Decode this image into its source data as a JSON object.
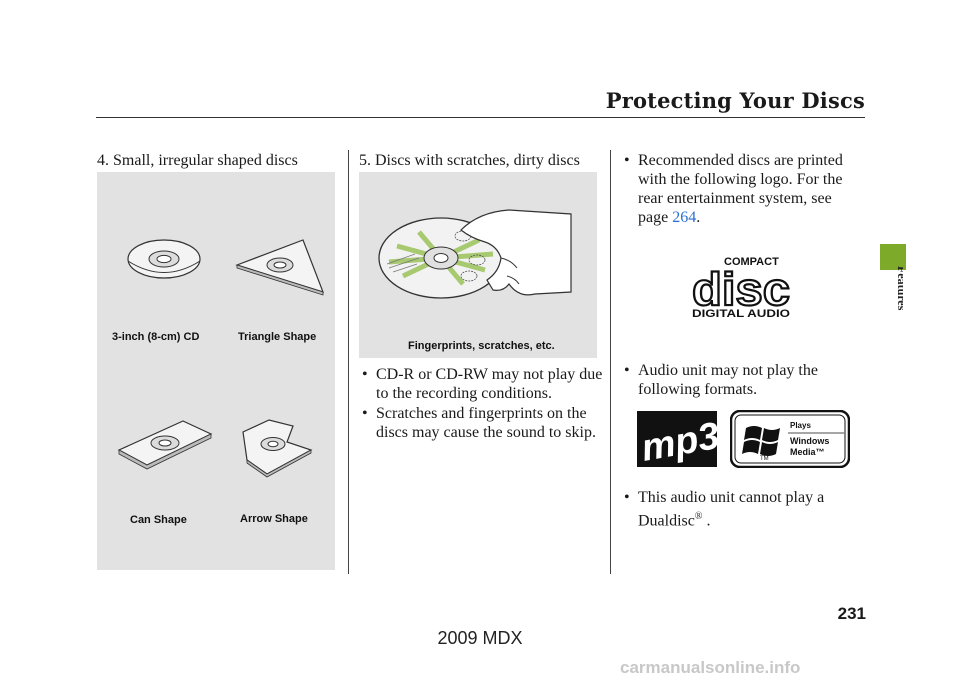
{
  "header": {
    "title": "Protecting Your Discs"
  },
  "sidebar": {
    "section": "Features"
  },
  "col1": {
    "heading": "4. Small, irregular shaped discs",
    "captions": {
      "cd3": "3-inch (8-cm) CD",
      "triangle": "Triangle Shape",
      "can": "Can Shape",
      "arrow": "Arrow Shape"
    }
  },
  "col2": {
    "heading": "5. Discs with scratches, dirty discs",
    "caption": "Fingerprints, scratches, etc.",
    "bullets": [
      {
        "text": "CD-R or CD-RW may not play due to the recording conditions."
      },
      {
        "text": "Scratches and fingerprints on the discs may cause the sound to skip."
      }
    ]
  },
  "col3": {
    "bullet1": {
      "text": "Recommended discs are printed with the following logo. For the rear entertainment system, see page",
      "link": "264",
      "end": "."
    },
    "cd_logo": {
      "top": "COMPACT",
      "big": "disc",
      "bottom": "DIGITAL AUDIO"
    },
    "bullet2": {
      "text": "Audio unit may not play the following formats."
    },
    "mp3_logo": "mp3",
    "wm_logo": {
      "line1": "Plays",
      "line2": "Windows",
      "line3": "Media™",
      "tm": "TM"
    },
    "bullet3": {
      "text": "This audio unit cannot play a Dualdisc",
      "reg": "®",
      "end": " ."
    }
  },
  "footer": {
    "page_number": "231",
    "model": "2009  MDX",
    "watermark": "carmanualsonline.info"
  },
  "colors": {
    "accent": "#7daa28",
    "link": "#2a6fd6",
    "panel": "#e2e2e2"
  }
}
